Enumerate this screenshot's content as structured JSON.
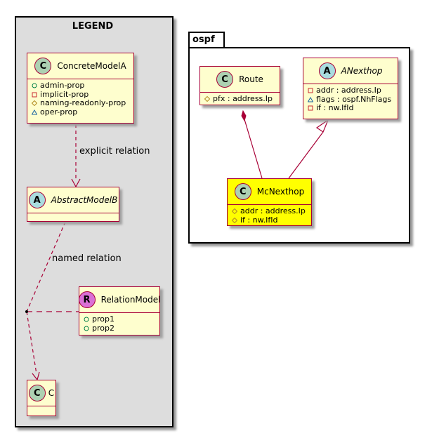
{
  "legend": {
    "title": "LEGEND",
    "concrete": {
      "name": "ConcreteModelA",
      "badge": "C",
      "attrs": [
        {
          "vis": "public",
          "text": "admin-prop"
        },
        {
          "vis": "private",
          "text": "implicit-prop"
        },
        {
          "vis": "protected",
          "text": "naming-readonly-prop"
        },
        {
          "vis": "package",
          "text": "oper-prop"
        }
      ]
    },
    "abstract": {
      "name": "AbstractModelB",
      "badge": "A"
    },
    "relation": {
      "name": "RelationModel",
      "badge": "R",
      "attrs": [
        {
          "vis": "public",
          "text": "prop1"
        },
        {
          "vis": "public",
          "text": "prop2"
        }
      ]
    },
    "c": {
      "name": "C",
      "badge": "C"
    },
    "explicit_label": "explicit relation",
    "named_label": "named relation"
  },
  "ospf": {
    "tab": "ospf",
    "route": {
      "name": "Route",
      "badge": "C",
      "attrs": [
        {
          "vis": "protected",
          "text": "pfx : address.Ip"
        }
      ]
    },
    "anexthop": {
      "name": "ANexthop",
      "badge": "A",
      "attrs": [
        {
          "vis": "private",
          "text": "addr : address.Ip"
        },
        {
          "vis": "package",
          "text": "flags : ospf.NhFlags"
        },
        {
          "vis": "private",
          "text": "if : nw.IfId"
        }
      ]
    },
    "mcnexthop": {
      "name": "McNexthop",
      "badge": "C",
      "attrs": [
        {
          "vis": "protected",
          "text": "addr : address.Ip"
        },
        {
          "vis": "protected",
          "text": "if : nw.IfId"
        }
      ]
    }
  },
  "colors": {
    "border": "#a80036",
    "class_fill": "#fefece",
    "highlight": "#ffff00",
    "legend_bg": "#dddddd",
    "badge_c": "#add1b2",
    "badge_a": "#a9dcdf",
    "badge_r": "#da70d6"
  }
}
